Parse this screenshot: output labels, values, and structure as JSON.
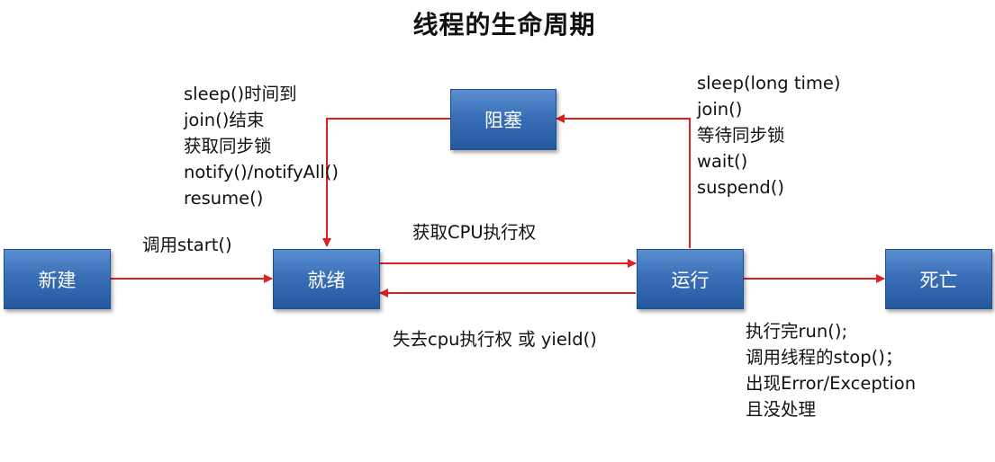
{
  "title": "线程的生命周期",
  "states": {
    "new": "新建",
    "ready": "就绪",
    "running": "运行",
    "blocked": "阻塞",
    "dead": "死亡"
  },
  "transitions": {
    "new_to_ready": "调用start()",
    "ready_to_running": "获取CPU执行权",
    "running_to_ready": "失去cpu执行权 或 yield()",
    "running_to_blocked": [
      "sleep(long time)",
      "join()",
      "等待同步锁",
      "wait()",
      "suspend()"
    ],
    "blocked_to_ready": [
      "sleep()时间到",
      "join()结束",
      "获取同步锁",
      "notify()/notifyAll()",
      "resume()"
    ],
    "running_to_dead": [
      "执行完run();",
      "调用线程的stop()；",
      "出现Error/Exception",
      "且没处理"
    ]
  },
  "colors": {
    "arrow": "#e02020",
    "box": "#3a6fb8"
  }
}
